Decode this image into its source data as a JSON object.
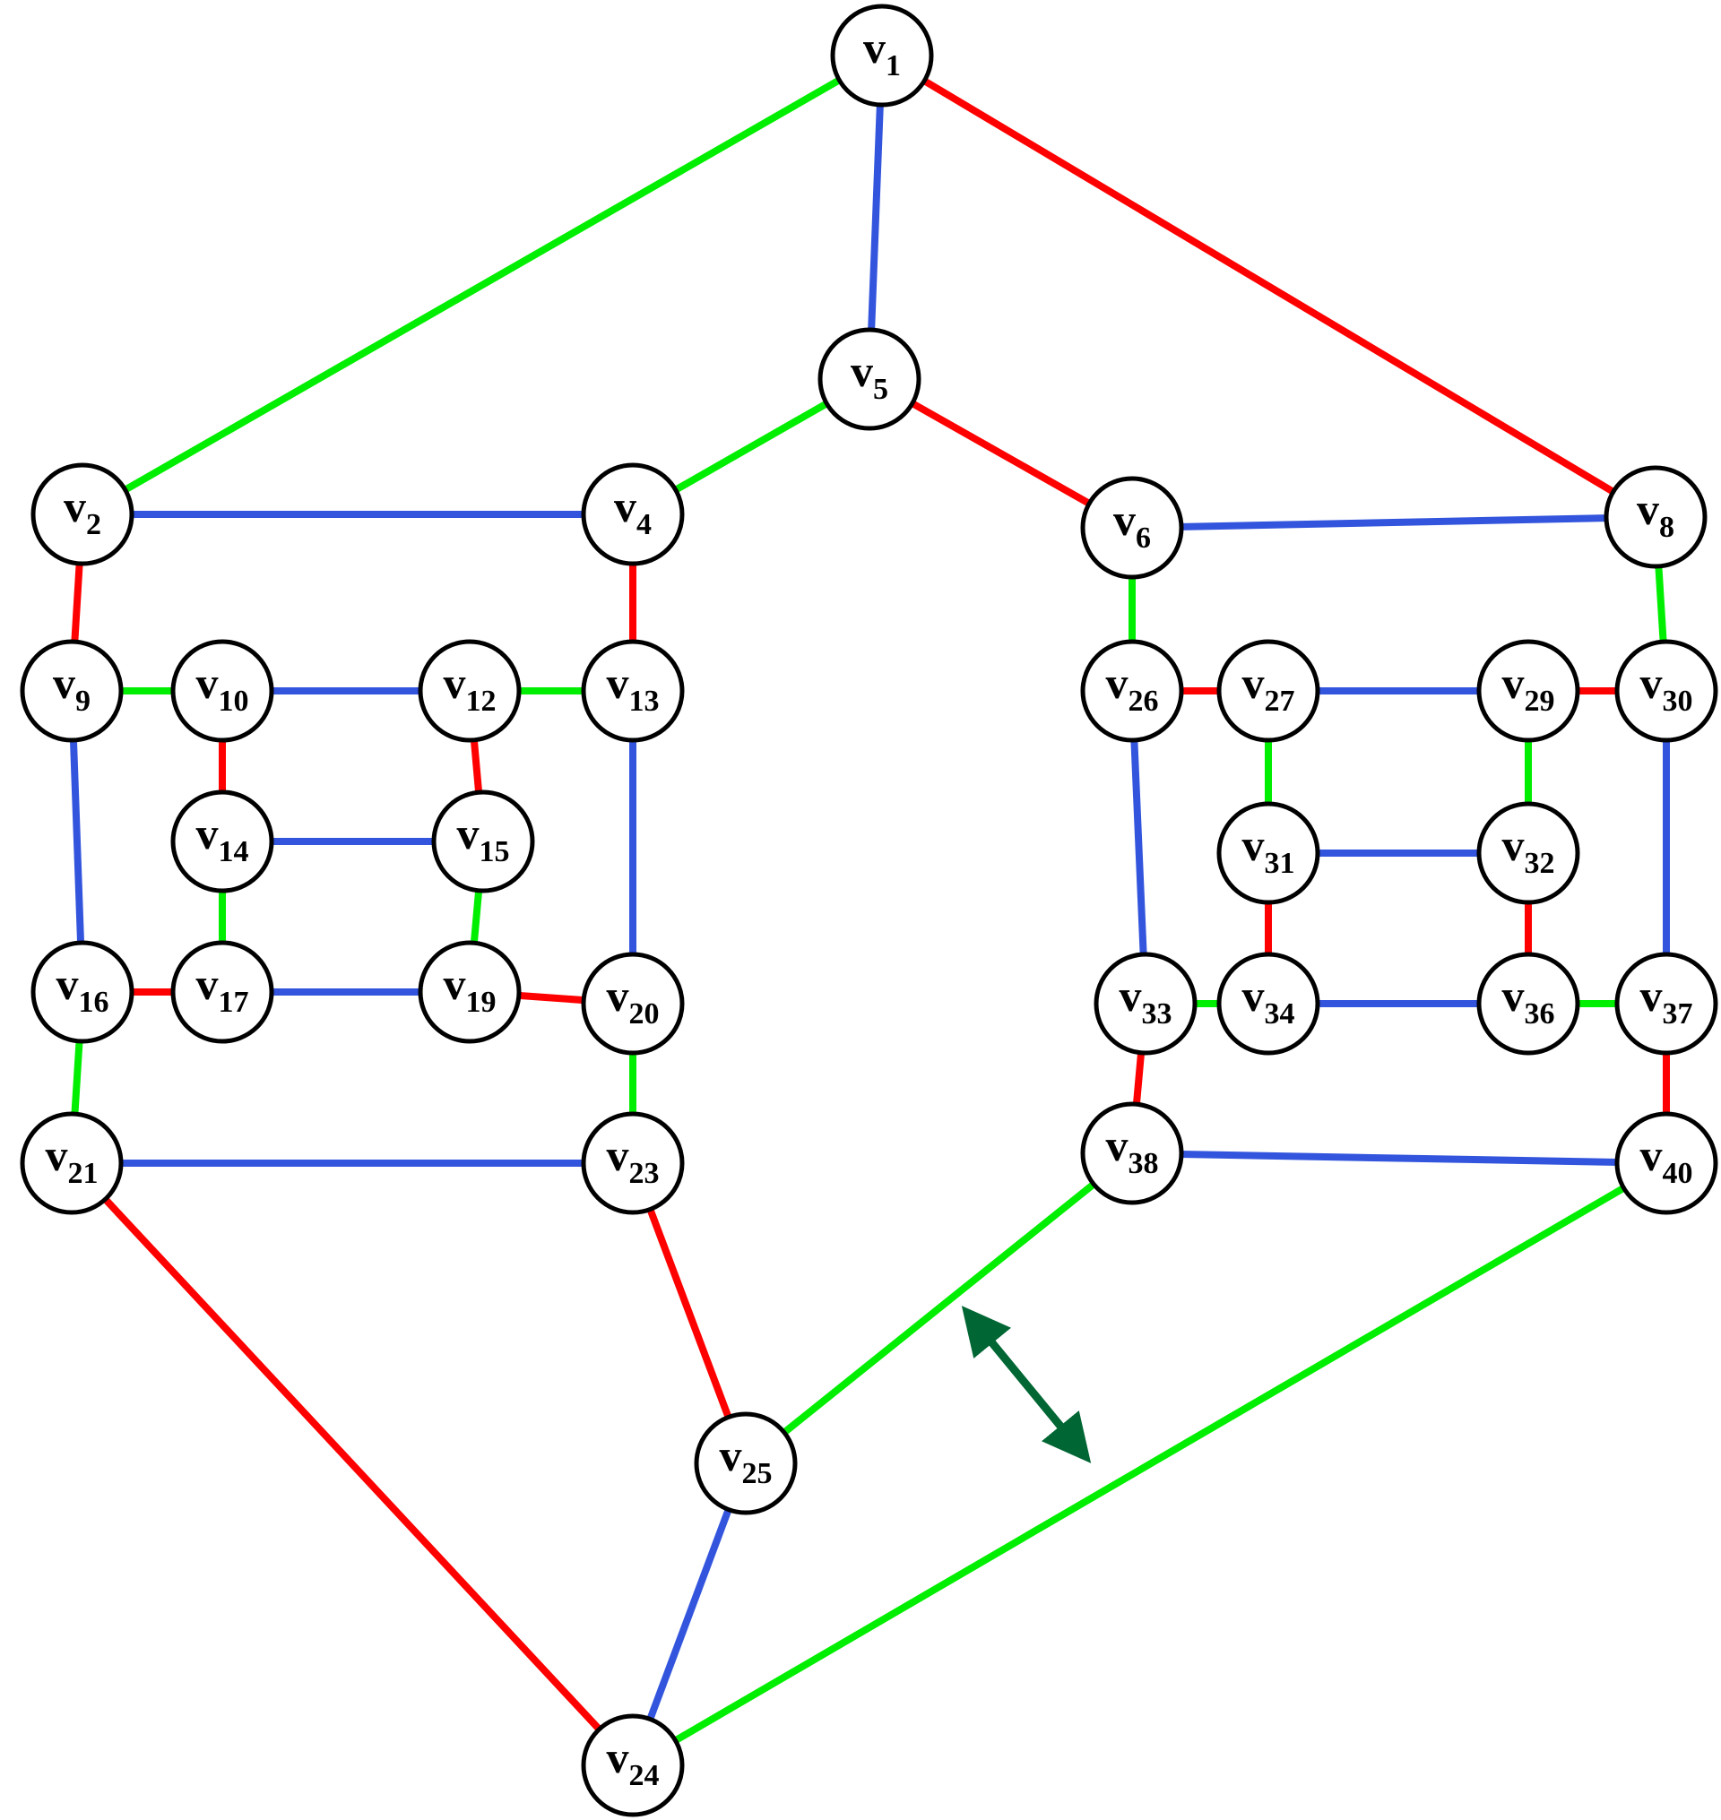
{
  "colors": {
    "red": "#ff0000",
    "green": "#00ee00",
    "blue": "#3355dd",
    "arrow": "#006633",
    "node_stroke": "#000000",
    "node_fill": "#ffffff"
  },
  "nodes": [
    {
      "id": "v1",
      "base": "v",
      "sub": "1"
    },
    {
      "id": "v2",
      "base": "v",
      "sub": "2"
    },
    {
      "id": "v4",
      "base": "v",
      "sub": "4"
    },
    {
      "id": "v5",
      "base": "v",
      "sub": "5"
    },
    {
      "id": "v6",
      "base": "v",
      "sub": "6"
    },
    {
      "id": "v8",
      "base": "v",
      "sub": "8"
    },
    {
      "id": "v9",
      "base": "v",
      "sub": "9"
    },
    {
      "id": "v10",
      "base": "v",
      "sub": "10"
    },
    {
      "id": "v12",
      "base": "v",
      "sub": "12"
    },
    {
      "id": "v13",
      "base": "v",
      "sub": "13"
    },
    {
      "id": "v14",
      "base": "v",
      "sub": "14"
    },
    {
      "id": "v15",
      "base": "v",
      "sub": "15"
    },
    {
      "id": "v16",
      "base": "v",
      "sub": "16"
    },
    {
      "id": "v17",
      "base": "v",
      "sub": "17"
    },
    {
      "id": "v19",
      "base": "v",
      "sub": "19"
    },
    {
      "id": "v20",
      "base": "v",
      "sub": "20"
    },
    {
      "id": "v21",
      "base": "v",
      "sub": "21"
    },
    {
      "id": "v23",
      "base": "v",
      "sub": "23"
    },
    {
      "id": "v24",
      "base": "v",
      "sub": "24"
    },
    {
      "id": "v25",
      "base": "v",
      "sub": "25"
    },
    {
      "id": "v26",
      "base": "v",
      "sub": "26"
    },
    {
      "id": "v27",
      "base": "v",
      "sub": "27"
    },
    {
      "id": "v29",
      "base": "v",
      "sub": "29"
    },
    {
      "id": "v30",
      "base": "v",
      "sub": "30"
    },
    {
      "id": "v31",
      "base": "v",
      "sub": "31"
    },
    {
      "id": "v32",
      "base": "v",
      "sub": "32"
    },
    {
      "id": "v33",
      "base": "v",
      "sub": "33"
    },
    {
      "id": "v34",
      "base": "v",
      "sub": "34"
    },
    {
      "id": "v36",
      "base": "v",
      "sub": "36"
    },
    {
      "id": "v37",
      "base": "v",
      "sub": "37"
    },
    {
      "id": "v38",
      "base": "v",
      "sub": "38"
    },
    {
      "id": "v40",
      "base": "v",
      "sub": "40"
    }
  ],
  "edges": [
    {
      "from": "v1",
      "to": "v2",
      "color": "green"
    },
    {
      "from": "v1",
      "to": "v5",
      "color": "blue"
    },
    {
      "from": "v1",
      "to": "v8",
      "color": "red"
    },
    {
      "from": "v5",
      "to": "v4",
      "color": "green"
    },
    {
      "from": "v5",
      "to": "v6",
      "color": "red"
    },
    {
      "from": "v2",
      "to": "v4",
      "color": "blue"
    },
    {
      "from": "v6",
      "to": "v8",
      "color": "blue"
    },
    {
      "from": "v2",
      "to": "v9",
      "color": "red"
    },
    {
      "from": "v4",
      "to": "v13",
      "color": "red"
    },
    {
      "from": "v6",
      "to": "v26",
      "color": "green"
    },
    {
      "from": "v8",
      "to": "v30",
      "color": "green"
    },
    {
      "from": "v9",
      "to": "v10",
      "color": "green"
    },
    {
      "from": "v10",
      "to": "v12",
      "color": "blue"
    },
    {
      "from": "v12",
      "to": "v13",
      "color": "green"
    },
    {
      "from": "v10",
      "to": "v14",
      "color": "red"
    },
    {
      "from": "v12",
      "to": "v15",
      "color": "red"
    },
    {
      "from": "v14",
      "to": "v15",
      "color": "blue"
    },
    {
      "from": "v14",
      "to": "v17",
      "color": "green"
    },
    {
      "from": "v15",
      "to": "v19",
      "color": "green"
    },
    {
      "from": "v9",
      "to": "v16",
      "color": "blue"
    },
    {
      "from": "v13",
      "to": "v20",
      "color": "blue"
    },
    {
      "from": "v16",
      "to": "v17",
      "color": "red"
    },
    {
      "from": "v17",
      "to": "v19",
      "color": "blue"
    },
    {
      "from": "v19",
      "to": "v20",
      "color": "red"
    },
    {
      "from": "v16",
      "to": "v21",
      "color": "green"
    },
    {
      "from": "v20",
      "to": "v23",
      "color": "green"
    },
    {
      "from": "v21",
      "to": "v23",
      "color": "blue"
    },
    {
      "from": "v21",
      "to": "v24",
      "color": "red"
    },
    {
      "from": "v23",
      "to": "v25",
      "color": "red"
    },
    {
      "from": "v25",
      "to": "v24",
      "color": "blue"
    },
    {
      "from": "v25",
      "to": "v38",
      "color": "green"
    },
    {
      "from": "v24",
      "to": "v40",
      "color": "green"
    },
    {
      "from": "v26",
      "to": "v27",
      "color": "red"
    },
    {
      "from": "v27",
      "to": "v29",
      "color": "blue"
    },
    {
      "from": "v29",
      "to": "v30",
      "color": "red"
    },
    {
      "from": "v27",
      "to": "v31",
      "color": "green"
    },
    {
      "from": "v29",
      "to": "v32",
      "color": "green"
    },
    {
      "from": "v31",
      "to": "v32",
      "color": "blue"
    },
    {
      "from": "v31",
      "to": "v34",
      "color": "red"
    },
    {
      "from": "v32",
      "to": "v36",
      "color": "red"
    },
    {
      "from": "v26",
      "to": "v33",
      "color": "blue"
    },
    {
      "from": "v30",
      "to": "v37",
      "color": "blue"
    },
    {
      "from": "v33",
      "to": "v34",
      "color": "green"
    },
    {
      "from": "v34",
      "to": "v36",
      "color": "blue"
    },
    {
      "from": "v36",
      "to": "v37",
      "color": "green"
    },
    {
      "from": "v33",
      "to": "v38",
      "color": "red"
    },
    {
      "from": "v37",
      "to": "v40",
      "color": "red"
    },
    {
      "from": "v38",
      "to": "v40",
      "color": "blue"
    }
  ],
  "annotations": [
    {
      "type": "double-arrow",
      "icon": "double-headed-arrow-icon",
      "color": "arrow"
    }
  ]
}
